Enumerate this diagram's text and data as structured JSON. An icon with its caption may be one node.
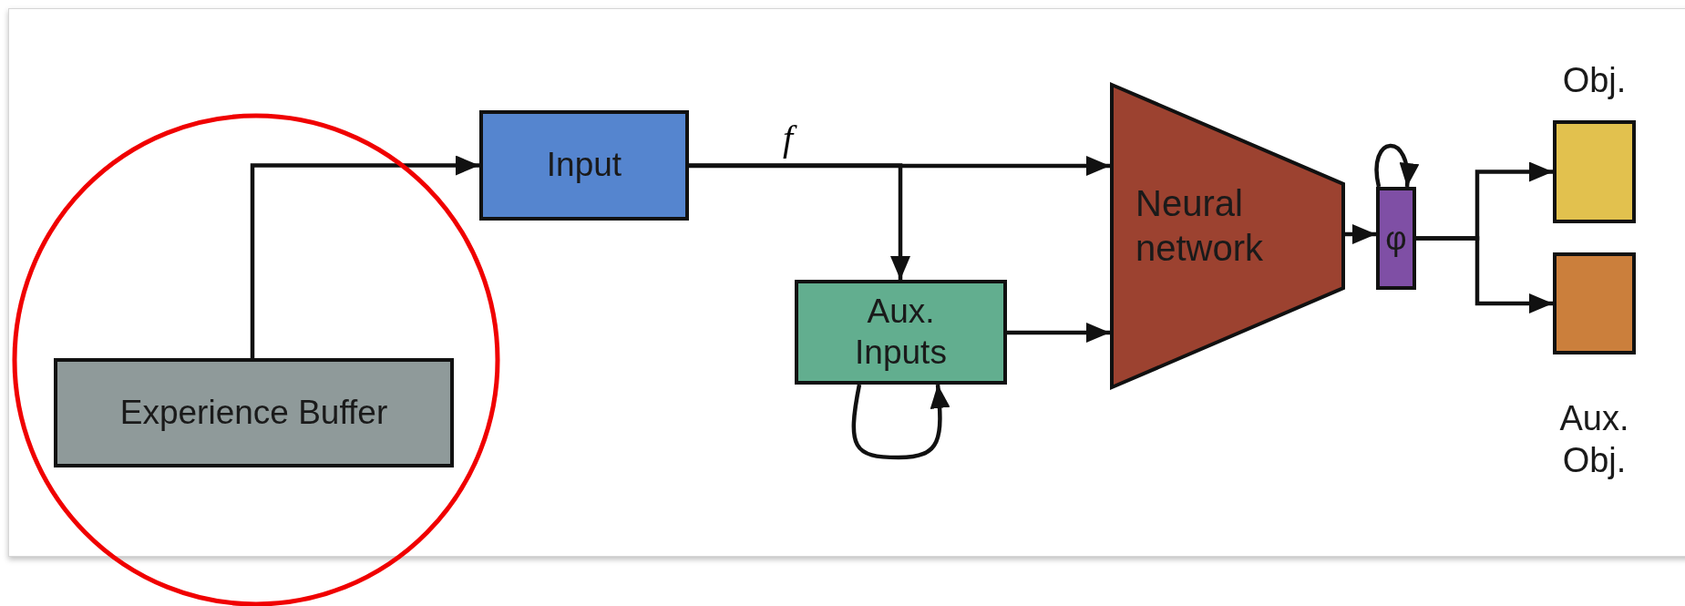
{
  "diagram": {
    "nodes": [
      {
        "text": [
          "Experience Buffer"
        ]
      },
      {
        "text": [
          "Input"
        ]
      },
      {
        "text": [
          "Aux. Inputs"
        ]
      },
      {
        "text": [
          "Neural network"
        ]
      },
      {
        "text": [
          "φ"
        ]
      },
      {
        "text": [
          "Obj."
        ]
      },
      {
        "text": [
          "Aux. Obj."
        ]
      }
    ],
    "edges": [
      {
        "from": 0,
        "to": 1,
        "arrow": "to"
      },
      {
        "from": 1,
        "to": 3,
        "arrow": "to",
        "label": "f"
      },
      {
        "from": 1,
        "to": 2,
        "arrow": "to"
      },
      {
        "from": 2,
        "to": 3,
        "arrow": "to"
      },
      {
        "from": 2,
        "to": 2,
        "arrow": "to"
      },
      {
        "from": 3,
        "to": 4,
        "arrow": "to"
      },
      {
        "from": 4,
        "to": 4,
        "arrow": "to"
      },
      {
        "from": 4,
        "to": 5,
        "arrow": "to"
      },
      {
        "from": 4,
        "to": 6,
        "arrow": "to"
      }
    ]
  }
}
